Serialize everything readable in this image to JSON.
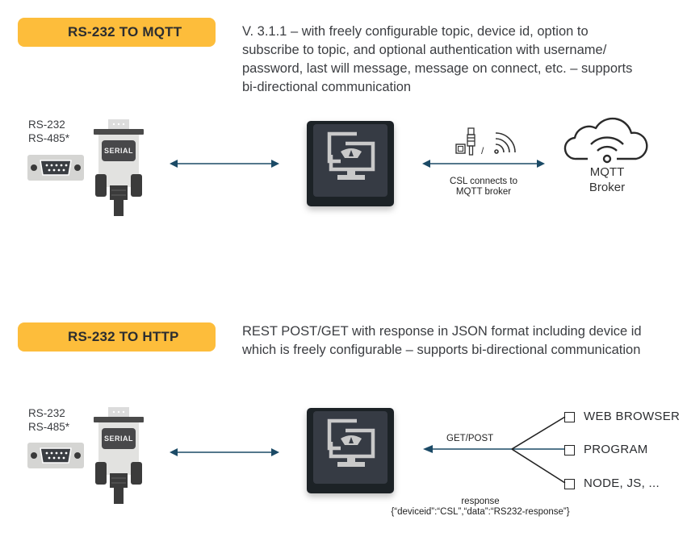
{
  "sections": [
    {
      "badge": "RS-232 TO MQTT",
      "description_lines": [
        "V. 3.1.1 – with freely configurable topic, device id, option to",
        "subscribe to topic, and optional authentication with username/",
        "password, last will message, message on connect, etc. – supports",
        "bi-directional communication"
      ],
      "port_labels": [
        "RS-232",
        "RS-485*"
      ],
      "connector_label": "SERIAL",
      "device_icon": "monitor-gauge-icon",
      "link_icons": [
        "ethernet-port-icon",
        "ethernet-plug-icon",
        "wifi-icon"
      ],
      "link_separator": "/",
      "link_caption_lines": [
        "CSL connects to",
        "MQTT broker"
      ],
      "endpoint_icon": "cloud-wifi-icon",
      "endpoint_label_lines": [
        "MQTT",
        "Broker"
      ]
    },
    {
      "badge": "RS-232 TO HTTP",
      "description_lines": [
        "REST POST/GET with response in JSON format including device id",
        "which is freely configurable – supports bi-directional communication"
      ],
      "port_labels": [
        "RS-232",
        "RS-485*"
      ],
      "connector_label": "SERIAL",
      "device_icon": "monitor-gauge-icon",
      "request_label": "GET/POST",
      "response_lines": [
        "response",
        "{“deviceid”:“CSL”,“data”:“RS232-response”}"
      ],
      "clients": [
        "WEB BROWSER",
        "PROGRAM",
        "NODE, JS, ..."
      ]
    }
  ],
  "colors": {
    "badge": "#fdbd3b",
    "arrow": "#1b4a66",
    "device": "#2f333b",
    "text": "#3b3d41"
  }
}
